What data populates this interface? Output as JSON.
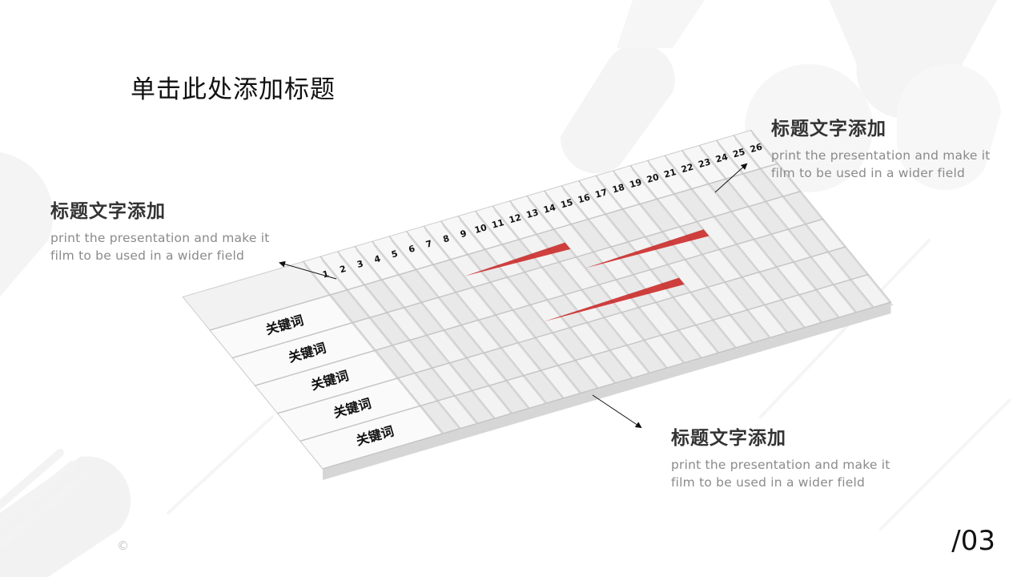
{
  "slide": {
    "title": "单击此处添加标题",
    "page_number": "/03",
    "copyright": "©"
  },
  "callouts": [
    {
      "heading": "标题文字添加",
      "body": "print the presentation and make it film to be used in a wider field"
    },
    {
      "heading": "标题文字添加",
      "body": "print the presentation and make it film to be used in a wider field"
    },
    {
      "heading": "标题文字添加",
      "body": "print the presentation and make it film to be used in a wider field"
    }
  ],
  "grid": {
    "row_labels": [
      "关键词",
      "关键词",
      "关键词",
      "关键词",
      "关键词"
    ],
    "column_numbers": [
      "1",
      "2",
      "3",
      "4",
      "5",
      "6",
      "7",
      "8",
      "9",
      "10",
      "11",
      "12",
      "13",
      "14",
      "15",
      "16",
      "17",
      "18",
      "19",
      "20",
      "21",
      "22",
      "23",
      "24",
      "25",
      "26"
    ],
    "colors": {
      "accent": "#c8201e",
      "frame": "#dcdcdc",
      "cell": "#f2f2f2"
    }
  }
}
